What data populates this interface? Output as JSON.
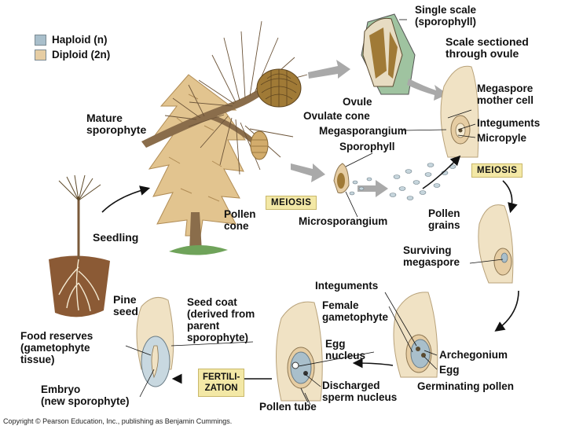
{
  "legend": {
    "haploid_label": "Haploid (n)",
    "diploid_label": "Diploid (2n)",
    "haploid_color": "#a9bfcb",
    "diploid_color": "#e6cda3"
  },
  "labels": {
    "single_scale": "Single scale\n(sporophyll)",
    "scale_sectioned": "Scale sectioned\nthrough ovule",
    "ovule": "Ovule",
    "ovulate_cone": "Ovulate cone",
    "megasporangium": "Megasporangium",
    "megaspore_mother_cell": "Megaspore\nmother cell",
    "integuments_top": "Integuments",
    "micropyle": "Micropyle",
    "mature_sporophyte": "Mature\nsporophyte",
    "sporophyll": "Sporophyll",
    "meiosis_left": "MEIOSIS",
    "meiosis_right": "MEIOSIS",
    "pollen_cone": "Pollen\ncone",
    "microsporangium": "Microsporangium",
    "pollen_grains": "Pollen\ngrains",
    "seedling": "Seedling",
    "surviving_megaspore": "Surviving\nmegaspore",
    "integuments_bottom": "Integuments",
    "female_gametophyte": "Female\ngametophyte",
    "pine_seed": "Pine\nseed",
    "seed_coat": "Seed coat\n(derived from\nparent\nsporophyte)",
    "egg_nucleus": "Egg\nnucleus",
    "archegonium": "Archegonium",
    "egg": "Egg",
    "germinating_pollen": "Germinating pollen",
    "food_reserves": "Food reserves\n(gametophyte\ntissue)",
    "fertilization": "FERTILI-\nZATION",
    "discharged_sperm": "Discharged\nsperm nucleus",
    "embryo": "Embryo\n(new sporophyte)",
    "pollen_tube": "Pollen tube"
  },
  "copyright": "Copyright © Pearson Education, Inc., publishing as Benjamin Cummings."
}
